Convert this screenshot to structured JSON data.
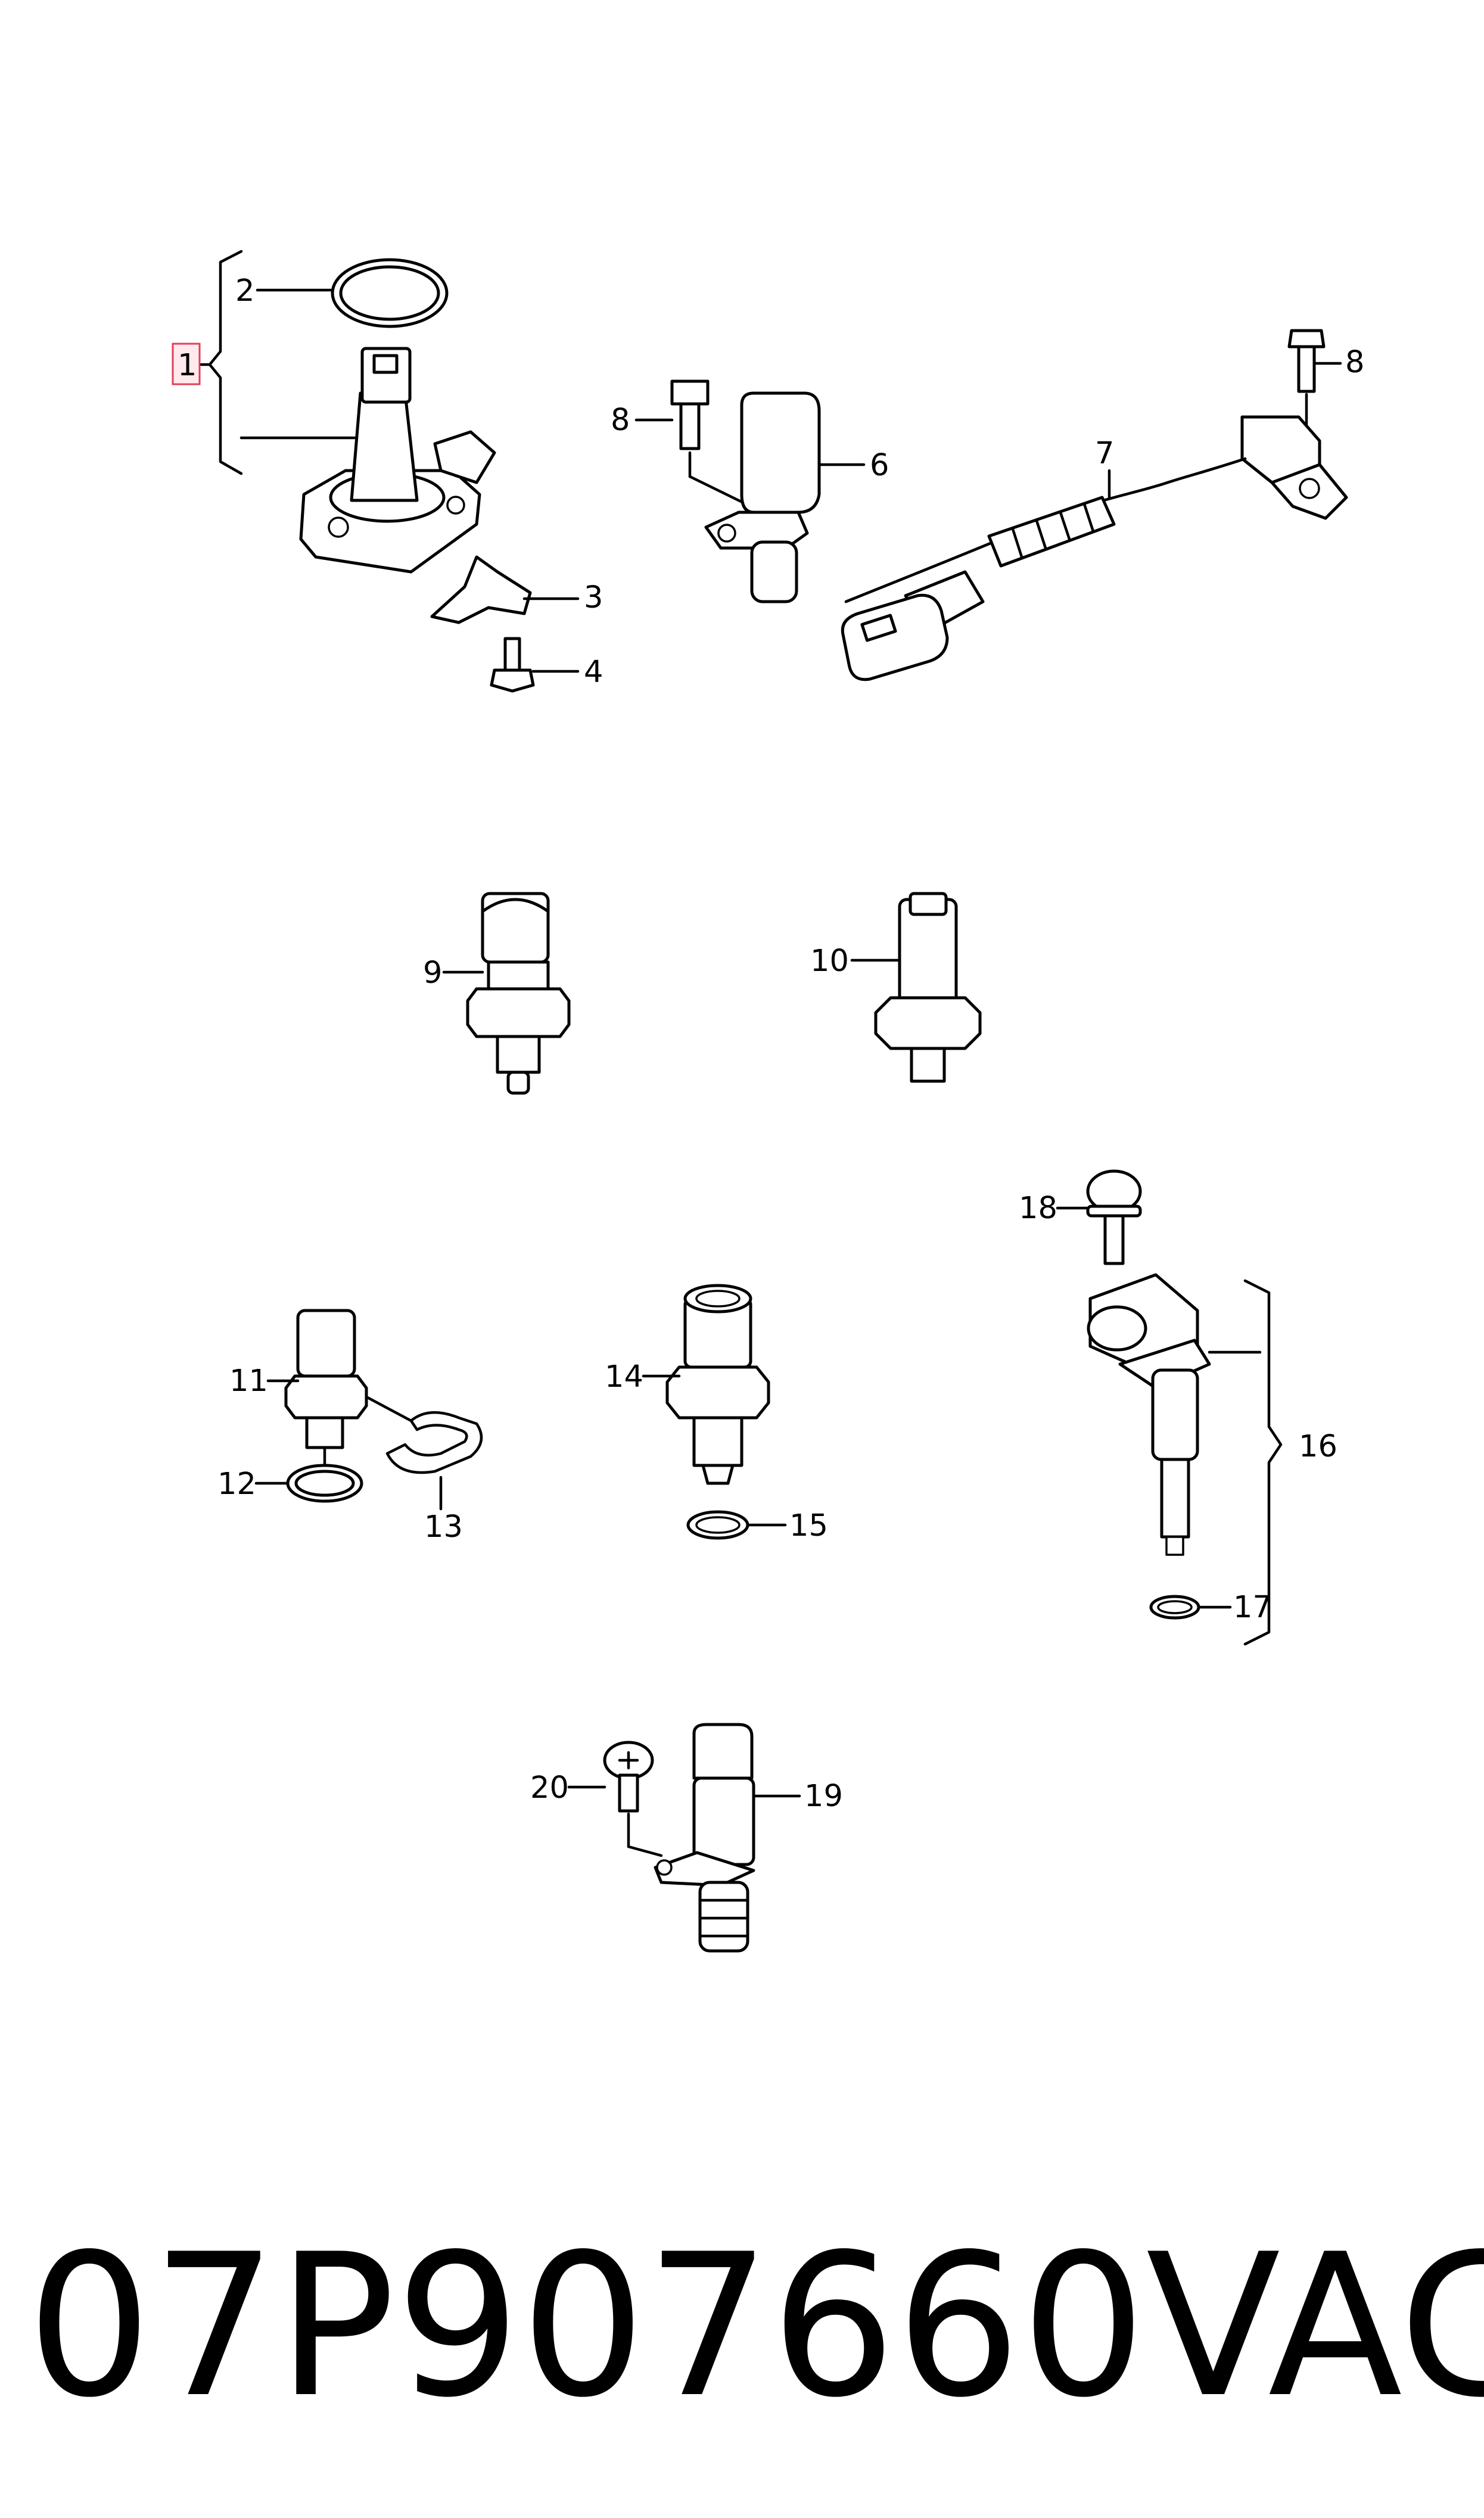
{
  "diagram": {
    "callouts": {
      "c1": "1",
      "c2": "2",
      "c3": "3",
      "c4": "4",
      "c6": "6",
      "c7": "7",
      "c8a": "8",
      "c8b": "8",
      "c9": "9",
      "c10": "10",
      "c11": "11",
      "c12": "12",
      "c13": "13",
      "c14": "14",
      "c15": "15",
      "c16": "16",
      "c17": "17",
      "c18": "18",
      "c19": "19",
      "c20": "20"
    },
    "highlighted_callout": "1",
    "highlight_color": "#e0405a"
  },
  "footer": {
    "part_number": "07P907660",
    "brand": "VAG"
  }
}
